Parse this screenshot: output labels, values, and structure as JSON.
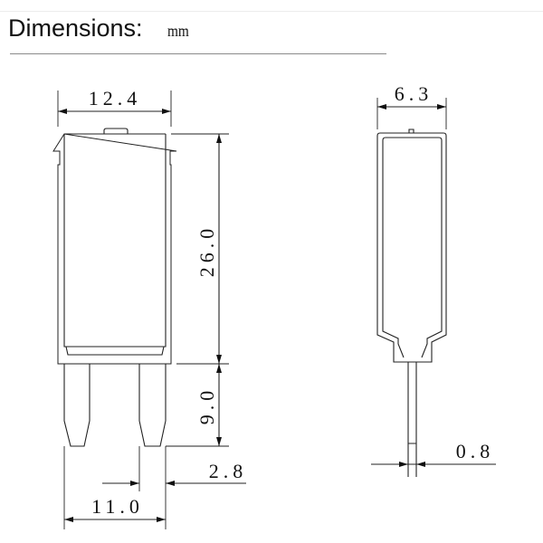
{
  "header": {
    "title": "Dimensions:",
    "unit": "mm"
  },
  "front_view": {
    "width_label": "12.4",
    "body_height_label": "26.0",
    "blade_length_label": "9.0",
    "blade_width_label": "2.8",
    "blade_span_label": "11.0"
  },
  "side_view": {
    "thickness_label": "6.3",
    "blade_thickness_label": "0.8"
  }
}
